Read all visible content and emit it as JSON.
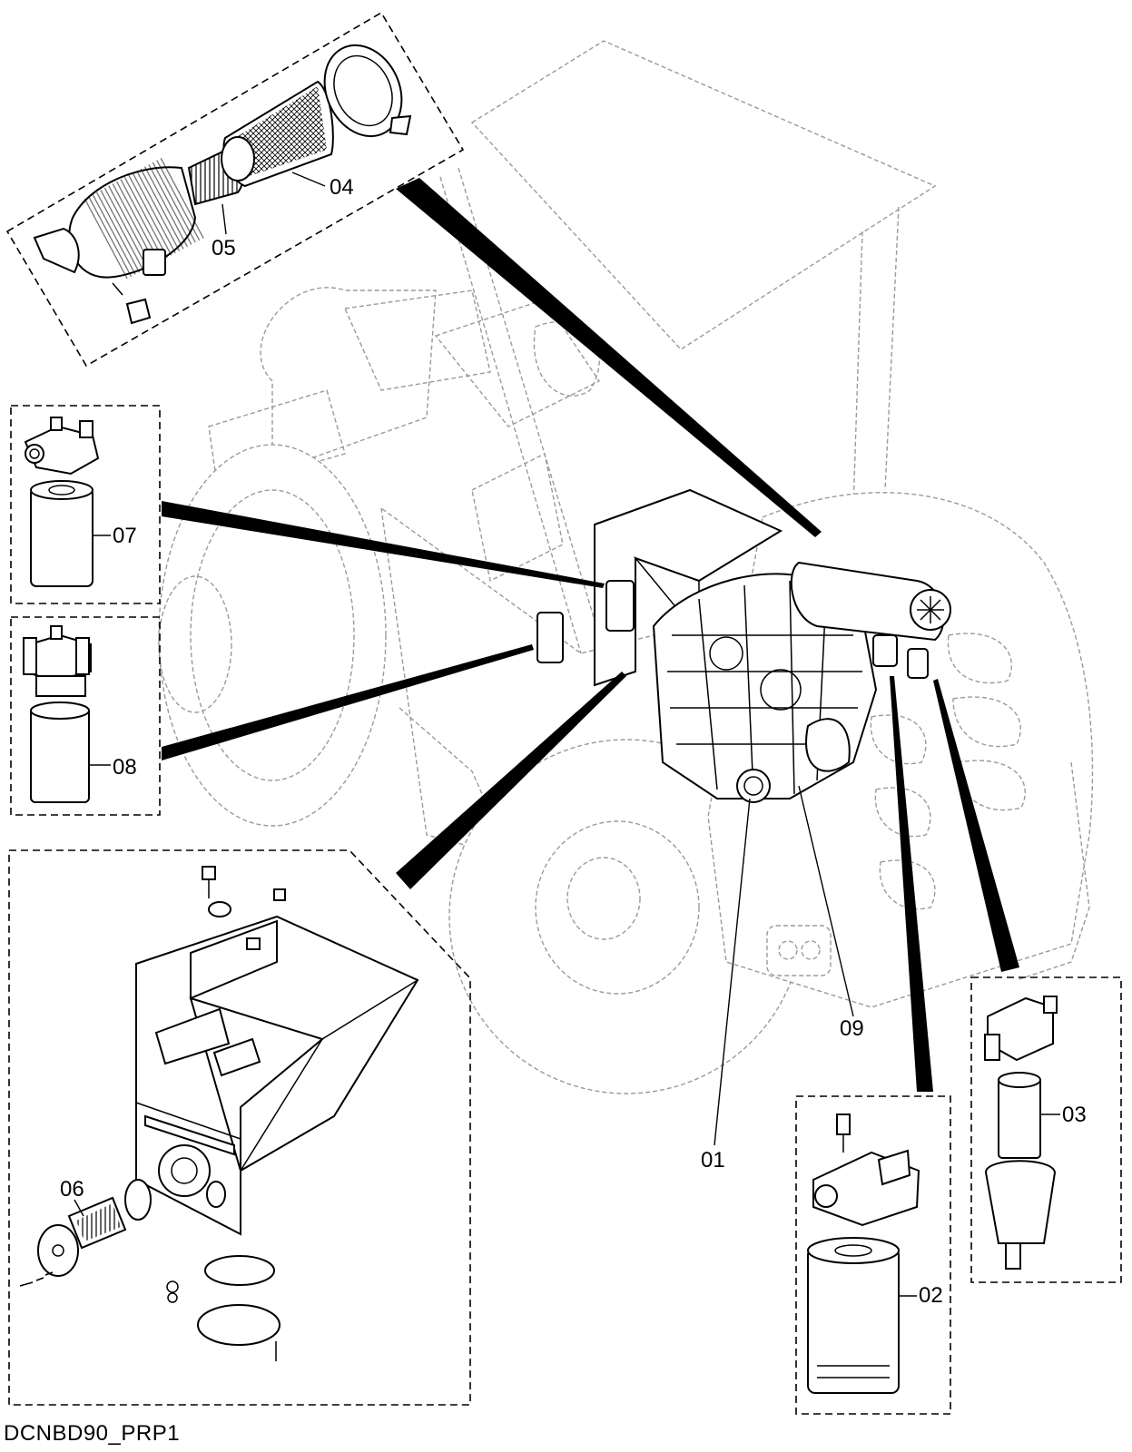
{
  "drawing_id": "DCNBD90_PRP1",
  "callouts": {
    "c01": "01",
    "c02": "02",
    "c03": "03",
    "c04": "04",
    "c05": "05",
    "c06": "06",
    "c07": "07",
    "c08": "08",
    "c09": "09"
  }
}
